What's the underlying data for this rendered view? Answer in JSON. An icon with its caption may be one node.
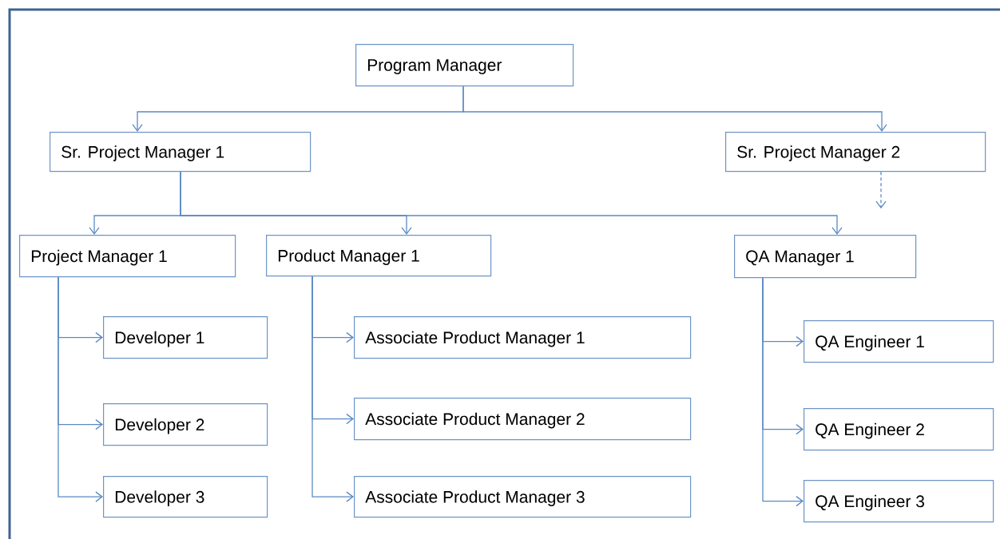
{
  "diagram": {
    "nodes": [
      {
        "text": [
          "Program Manager"
        ]
      },
      {
        "text": [
          "Sr. Project Manager 1"
        ]
      },
      {
        "text": [
          "Sr. Project Manager 2"
        ]
      },
      {
        "text": [
          "Project Manager 1"
        ]
      },
      {
        "text": [
          "Product Manager 1"
        ]
      },
      {
        "text": [
          "QA Manager 1"
        ]
      },
      {
        "text": [
          "Developer 1"
        ]
      },
      {
        "text": [
          "Associate Product Manager 1"
        ]
      },
      {
        "text": [
          "QA Engineer 1"
        ]
      },
      {
        "text": [
          "Developer 2"
        ]
      },
      {
        "text": [
          "Associate Product Manager 2"
        ]
      },
      {
        "text": [
          "QA Engineer 2"
        ]
      },
      {
        "text": [
          "Developer 3"
        ]
      },
      {
        "text": [
          "Associate Product Manager 3"
        ]
      },
      {
        "text": [
          "QA Engineer 3"
        ]
      }
    ],
    "edges": [
      {
        "from": 0,
        "to": 1,
        "arrow": "to"
      },
      {
        "from": 0,
        "to": 2,
        "arrow": "to"
      },
      {
        "from": 1,
        "to": 3,
        "arrow": "to"
      },
      {
        "from": 1,
        "to": 4,
        "arrow": "to"
      },
      {
        "from": 1,
        "to": 5,
        "arrow": "to"
      },
      {
        "from": 2,
        "to": null,
        "arrow": "to",
        "style": "dashed"
      },
      {
        "from": 3,
        "to": 6,
        "arrow": "to"
      },
      {
        "from": 3,
        "to": 9,
        "arrow": "to"
      },
      {
        "from": 3,
        "to": 12,
        "arrow": "to"
      },
      {
        "from": 4,
        "to": 7,
        "arrow": "to"
      },
      {
        "from": 4,
        "to": 10,
        "arrow": "to"
      },
      {
        "from": 4,
        "to": 13,
        "arrow": "to"
      },
      {
        "from": 5,
        "to": 8,
        "arrow": "to"
      },
      {
        "from": 5,
        "to": 11,
        "arrow": "to"
      },
      {
        "from": 5,
        "to": 14,
        "arrow": "to"
      }
    ]
  }
}
